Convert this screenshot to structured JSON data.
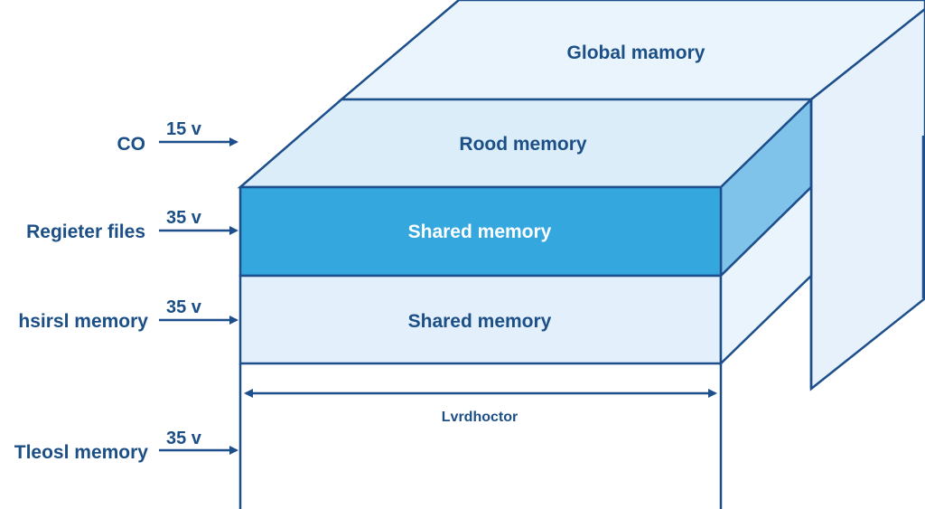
{
  "layers": {
    "global": "Global mamory",
    "read": "Rood  memory",
    "shared_top": "Shared memory",
    "shared_bottom": "Shared memory"
  },
  "side_labels": [
    {
      "label": "CO",
      "value": "15  v"
    },
    {
      "label": "Regieter files",
      "value": "35  v"
    },
    {
      "label": "hsirsl memory",
      "value": "35  v"
    },
    {
      "label": "Tlеosl memory",
      "value": "35  v"
    }
  ],
  "dimension_label": "Lvrdhoctor",
  "colors": {
    "stroke": "#1d4f8c",
    "global_fill": "#eaf4fc",
    "read_fill": "#dcedfa",
    "shared_highlight": "#34a7df",
    "shared_side": "#7fc3ea",
    "shared_bottom_fill": "#e3f0fb",
    "text": "#1b4f86"
  }
}
